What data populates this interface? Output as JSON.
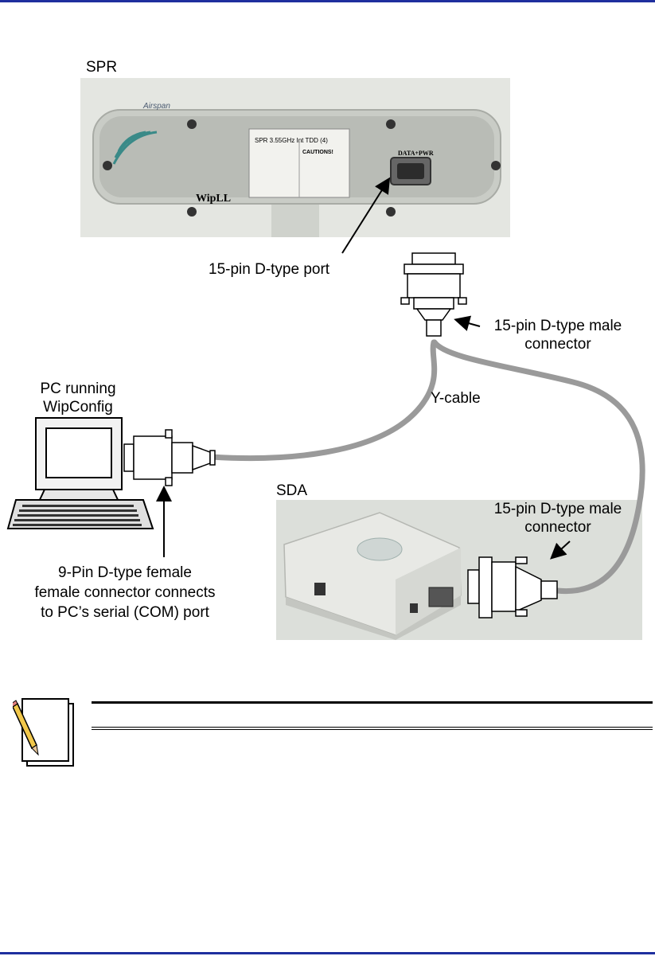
{
  "labels": {
    "spr": "SPR",
    "sda": "SDA",
    "pc_line1": "PC running",
    "pc_line2": "WipConfig",
    "port_15pin": "15-pin D-type port",
    "male_conn_top_1": "15-pin D-type male",
    "male_conn_top_2": "connector",
    "y_cable": "Y-cable",
    "male_conn_sda_1": "15-pin D-type male",
    "male_conn_sda_2": "connector",
    "female_1": "9-Pin D-type female",
    "female_2": "female connector connects",
    "female_3": "to PC’s serial (COM) port"
  },
  "device_text": {
    "airspan": "Airspan",
    "wipll": "WipLL",
    "sticker_title": "SPR 3.55GHz Int TDD (4)",
    "cautions": "CAUTIONS!",
    "data_pwr": "DATA+PWR"
  },
  "colors": {
    "rule": "#1f2f9e",
    "cable": "#9a9a9a",
    "device": "#dfe1dc"
  },
  "icons": [
    "note-pencil-icon",
    "pc-computer-icon"
  ]
}
